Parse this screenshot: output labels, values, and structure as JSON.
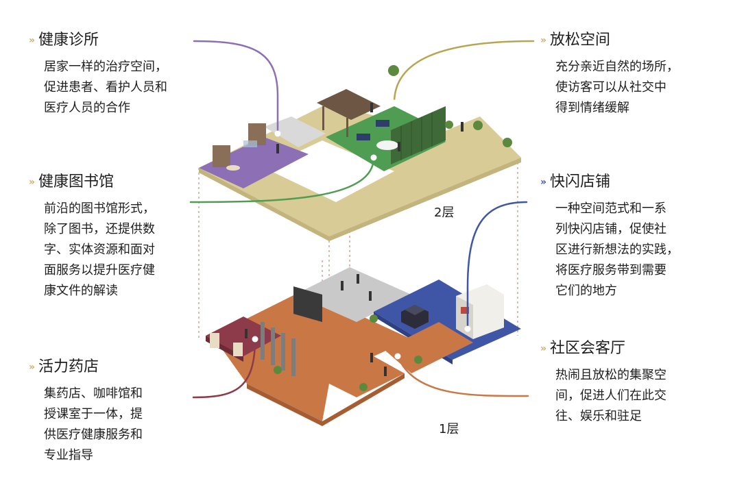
{
  "marker_glyph": "»",
  "floor_labels": {
    "upper": "2层",
    "lower": "1层"
  },
  "sections": {
    "health_clinic": {
      "title": "健康诊所",
      "lines": [
        "居家一样的治疗空间，",
        "促进患者、看护人员和",
        "医疗人员的合作"
      ]
    },
    "health_library": {
      "title": "健康图书馆",
      "lines": [
        "前沿的图书馆形式，",
        "除了图书，还提供数",
        "字、实体资源和面对",
        "面服务以提升医疗健",
        "康文件的解读"
      ]
    },
    "vitality_pharmacy": {
      "title": "活力药店",
      "lines": [
        "集药店、咖啡馆和",
        "授课室于一体，提",
        "供医疗健康服务和",
        "专业指导"
      ]
    },
    "relax_space": {
      "title": "放松空间",
      "lines": [
        "充分亲近自然的场所，",
        "使访客可以从社交中",
        "得到情绪缓解"
      ]
    },
    "popup_store": {
      "title": "快闪店铺",
      "lines": [
        "一种空间范式和一系",
        "列快闪店铺，促使社",
        "区进行新想法的实践，",
        "将医疗服务带到需要",
        "它们的地方"
      ]
    },
    "community_lounge": {
      "title": "社区会客厅",
      "lines": [
        "热闹且放松的集聚空",
        "间，促进人们在此交",
        "往、娱乐和驻足"
      ]
    }
  },
  "colors": {
    "clinic": "#8c6fb5",
    "library": "#4f9d52",
    "relax": "#d7c78c",
    "popup": "#3f55a6",
    "pharmacy": "#8d3b4a",
    "lounge": "#c97745",
    "upper_frame": "#d9cb95",
    "grey_zone": "#c9c9c9",
    "marker": "#c9b06a"
  }
}
